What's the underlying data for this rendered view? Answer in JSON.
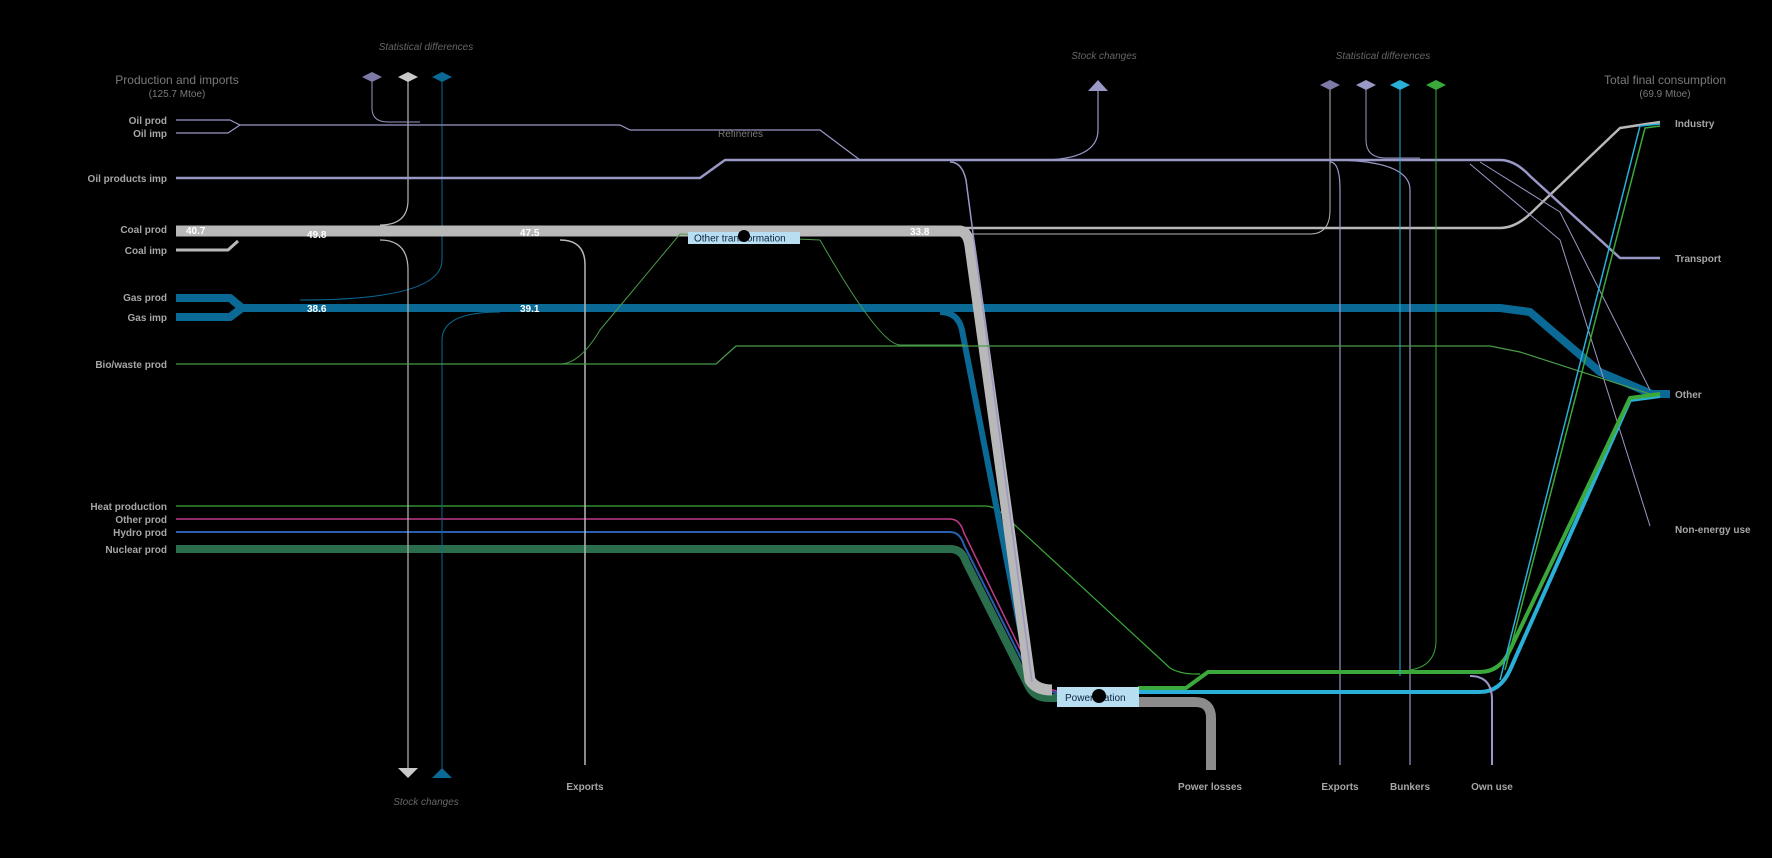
{
  "headers": {
    "left_title": "Production and imports",
    "left_total": "(125.7 Mtoe)",
    "right_title": "Total final consumption",
    "right_total": "(69.9 Mtoe)"
  },
  "annotations": {
    "stat_diff_left": "Statistical differences",
    "stat_diff_right": "Statistical differences",
    "stock_changes_top": "Stock  changes",
    "stock_changes_bottom": "Stock changes",
    "refineries": "Refineries"
  },
  "source_labels": [
    "Oil prod",
    "Oil imp",
    "Oil products imp",
    "Coal prod",
    "Coal imp",
    "Gas prod",
    "Gas imp",
    "Bio/waste prod",
    "Heat production",
    "Other prod",
    "Hydro prod",
    "Nuclear prod"
  ],
  "sink_labels": [
    "Industry",
    "Transport",
    "Other",
    "Non-energy use"
  ],
  "bottom_labels": [
    "Exports",
    "Power losses",
    "Exports",
    "Bunkers",
    "Own use"
  ],
  "nodes": {
    "other_transformation": "Other transformation",
    "power_station": "Power station"
  },
  "flow_values": {
    "coal_prod": "40.7",
    "coal_a": "49.8",
    "coal_b": "47.5",
    "coal_c": "33.8",
    "gas_a": "38.6",
    "gas_b": "39.1"
  },
  "colors": {
    "background": "#000000",
    "oil": "#9a98c6",
    "coal": "#b8b8b8",
    "gas": "#0a6a95",
    "gas_light": "#2ab0d8",
    "bio": "#4a9a4a",
    "heat": "#3aa83a",
    "other_prod": "#c03a8a",
    "hydro": "#2a5fb0",
    "nuclear": "#2a6e4e",
    "power_losses": "#8c8c8c",
    "node_box": "#b7dff1"
  },
  "icons": {
    "stat_diff_markers": [
      "diamond-icon",
      "diamond-icon",
      "diamond-icon",
      "diamond-icon",
      "diamond-icon",
      "diamond-icon",
      "diamond-icon"
    ],
    "stock_change_markers": [
      "triangle-up-icon",
      "triangle-down-icon",
      "triangle-up-icon"
    ]
  }
}
